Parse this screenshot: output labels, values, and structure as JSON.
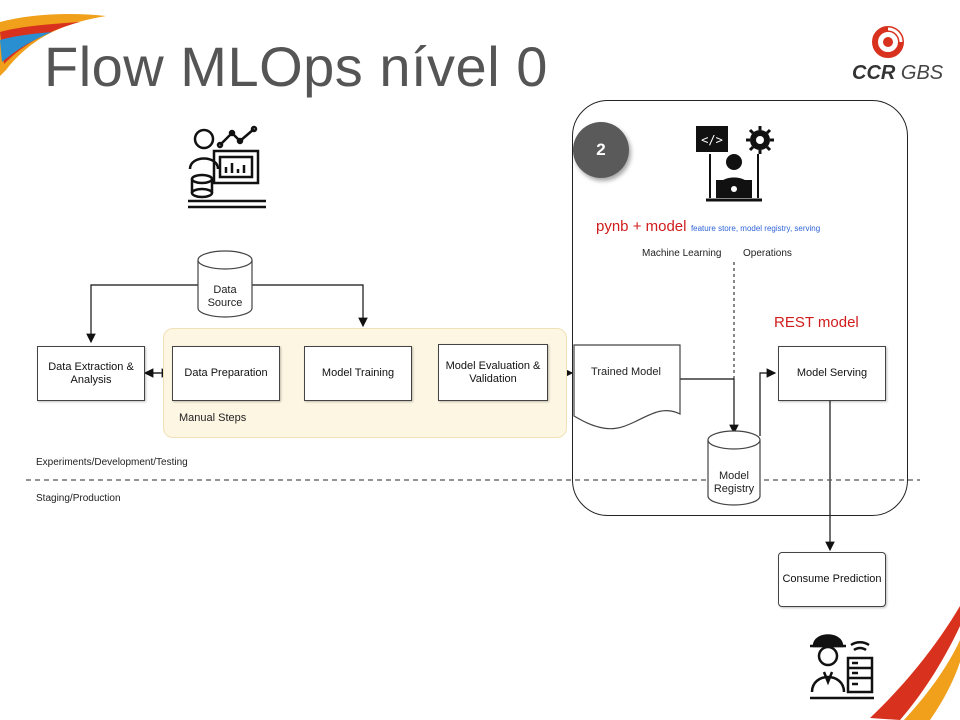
{
  "title": "Flow MLOps nível 0",
  "logo": {
    "brand_bold": "CCR",
    "brand_light": " GBS"
  },
  "badge": "2",
  "pynb_label": {
    "main": "pynb + model",
    "detail": "feature store, model registry,  serving"
  },
  "rest_label": "REST model",
  "section_labels": {
    "ml": "Machine Learning",
    "ops": "Operations"
  },
  "nodes": {
    "data_source": "Data\nSource",
    "extraction": "Data Extraction &\nAnalysis",
    "preparation": "Data Preparation",
    "training": "Model Training",
    "evaluation": "Model Evaluation  &\nValidation",
    "trained_model": "Trained Model",
    "registry": "Model\nRegistry",
    "serving": "Model Serving",
    "consume": "Consume Prediction"
  },
  "manual_steps": "Manual Steps",
  "env_labels": {
    "experiments": "Experiments/Development/Testing",
    "staging": "Staging/Production"
  },
  "colors": {
    "accent_red": "#d01c1c",
    "accent_blue": "#2f64d8",
    "manual_bg": "#fdf6e3",
    "badge_bg": "#5a5a5a"
  }
}
